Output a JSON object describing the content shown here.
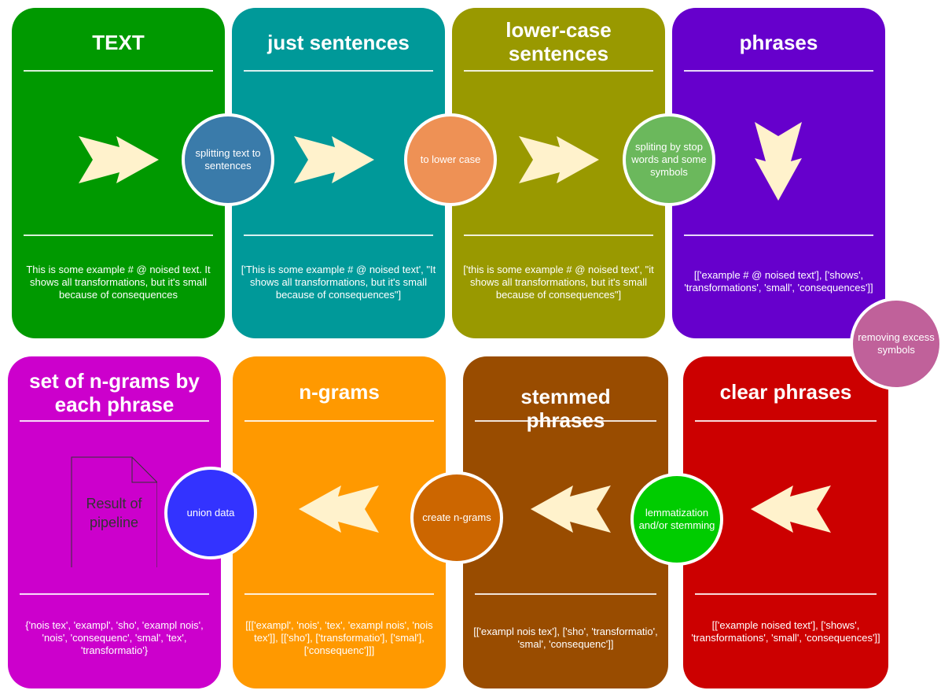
{
  "cards": [
    {
      "title": "TEXT",
      "body": "This is some example # @ noised text. It shows all transformations, but it's small because of consequences",
      "color": "#009900"
    },
    {
      "title": "just sentences",
      "body": "['This is some example # @ noised text', \"It shows all transformations, but it's small because of consequences\"]",
      "color": "#009999"
    },
    {
      "title": "lower-case sentences",
      "body": "['this is some example # @ noised text', \"it shows all transformations, but it's small because of consequences\"]",
      "color": "#999900"
    },
    {
      "title": "phrases",
      "body": "[['example # @ noised text'], ['shows', 'transformations', 'small', 'consequences']]",
      "color": "#6600CC"
    },
    {
      "title": "set of n-grams by each phrase",
      "body": "{'nois tex', 'exampl', 'sho', 'exampl nois', 'nois', 'consequenc', 'smal', 'tex', 'transformatio'}",
      "color": "#CC00CC"
    },
    {
      "title": "n-grams",
      "body": "[[['exampl', 'nois', 'tex', 'exampl nois', 'nois tex']], [['sho'], ['transformatio'], ['smal'], ['consequenc']]]",
      "color": "#FF9900"
    },
    {
      "title": "stemmed phrases",
      "body": "[['exampl nois tex'], ['sho', 'transformatio', 'smal', 'consequenc']]",
      "color": "#994C00"
    },
    {
      "title": "clear phrases",
      "body": "[['example   noised text'], ['shows', 'transformations', 'small', 'consequences']]",
      "color": "#CC0000"
    }
  ],
  "steps": [
    {
      "label": "splitting text to sentences",
      "color": "#3A7BAA"
    },
    {
      "label": "to lower case",
      "color": "#EE9155"
    },
    {
      "label": "spliting by stop words and some symbols",
      "color": "#6BB85C"
    },
    {
      "label": "removing excess symbols",
      "color": "#C0619A"
    },
    {
      "label": "lemmatization and/or stemming",
      "color": "#00CC00"
    },
    {
      "label": "create n-grams",
      "color": "#CC6600"
    },
    {
      "label": "union data",
      "color": "#3333FF"
    }
  ],
  "document": {
    "label": "Result of pipeline"
  },
  "arrow_color": "#FFF2CC"
}
